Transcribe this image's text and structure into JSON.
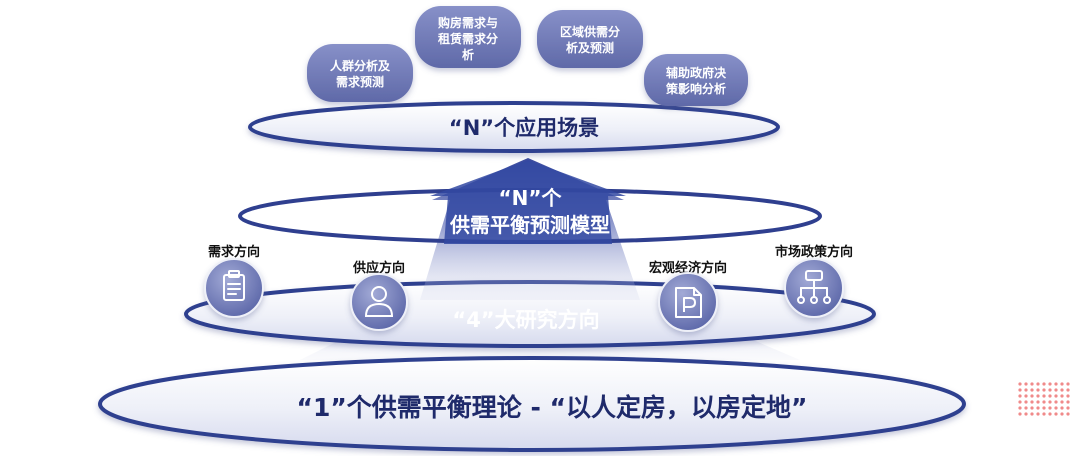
{
  "scenarios": {
    "bubbles": [
      {
        "lines": [
          "人群分析及",
          "需求预测"
        ]
      },
      {
        "lines": [
          "购房需求与",
          "租赁需求分",
          "析"
        ]
      },
      {
        "lines": [
          "区域供需分",
          "析及预测"
        ]
      },
      {
        "lines": [
          "辅助政府决",
          "策影响分析"
        ]
      }
    ]
  },
  "layers": {
    "top_ring": "“N”个应用场景",
    "model_ring_line1": "“N”个",
    "model_ring_line2": "供需平衡预测模型",
    "directions_ring": "“4”大研究方向",
    "base_ring": "“1”个供需平衡理论 - “以人定房，以房定地”"
  },
  "directions": [
    {
      "label": "需求方向",
      "icon": "clipboard-icon"
    },
    {
      "label": "供应方向",
      "icon": "person-icon"
    },
    {
      "label": "宏观经济方向",
      "icon": "document-p-icon"
    },
    {
      "label": "市场政策方向",
      "icon": "hierarchy-icon"
    }
  ],
  "colors": {
    "ring_stroke": "#2f3f8f",
    "bubble_fill": "#7a83c0",
    "arrow_fill": "#3b4ea4",
    "text_dark": "#1f2a6b",
    "accent_dots": "#f08a8a"
  }
}
